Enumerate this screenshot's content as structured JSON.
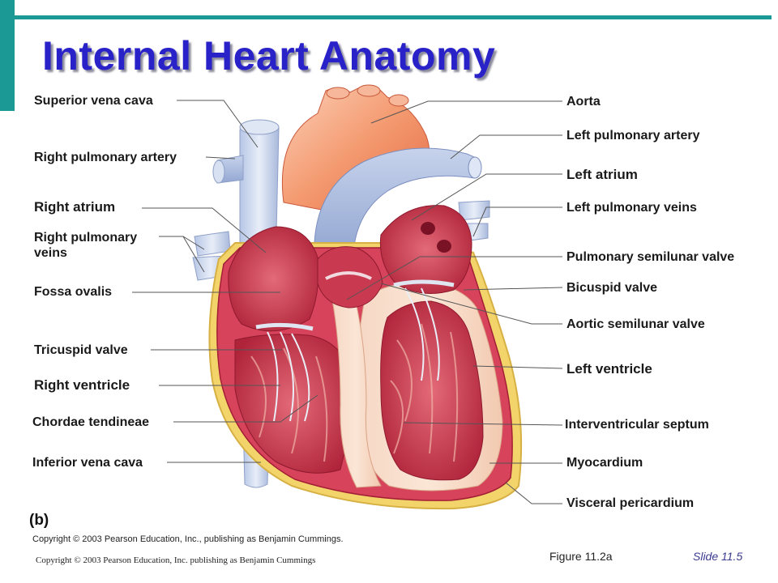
{
  "slide": {
    "title": "Internal Heart Anatomy",
    "panel_label": "(b)",
    "figure_copyright": "Copyright © 2003 Pearson Education, Inc., publishing as Benjamin Cummings.",
    "footer_copyright": "Copyright © 2003 Pearson Education, Inc. publishing as Benjamin Cummings",
    "figure_ref": "Figure 11.2a",
    "slide_number": "Slide 11.5",
    "accent_color": "#1b9a95",
    "title_color": "#2a22c9"
  },
  "labels_left": {
    "superior_vena_cava": "Superior vena cava",
    "right_pulmonary_artery": "Right pulmonary artery",
    "right_atrium": "Right atrium",
    "right_pulmonary_veins_1": "Right pulmonary",
    "right_pulmonary_veins_2": "veins",
    "fossa_ovalis": "Fossa ovalis",
    "tricuspid_valve": "Tricuspid valve",
    "right_ventricle": "Right ventricle",
    "chordae_tendineae": "Chordae tendineae",
    "inferior_vena_cava": "Inferior vena cava"
  },
  "labels_right": {
    "aorta": "Aorta",
    "left_pulmonary_artery": "Left pulmonary artery",
    "left_atrium": "Left atrium",
    "left_pulmonary_veins": "Left pulmonary veins",
    "pulmonary_semilunar_valve": "Pulmonary semilunar valve",
    "bicuspid_valve": "Bicuspid valve",
    "aortic_semilunar_valve": "Aortic semilunar valve",
    "left_ventricle": "Left ventricle",
    "interventricular_septum": "Interventricular septum",
    "myocardium": "Myocardium",
    "visceral_pericardium": "Visceral pericardium"
  }
}
